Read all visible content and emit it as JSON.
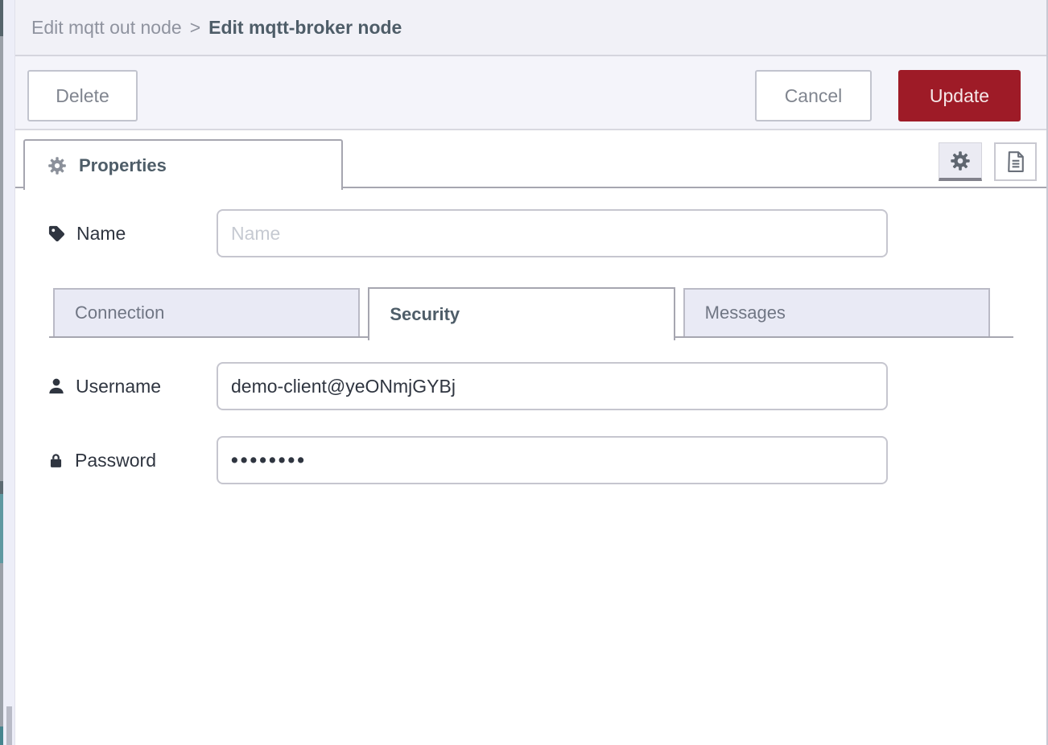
{
  "breadcrumb": {
    "parent": "Edit mqtt out node",
    "separator": ">",
    "current": "Edit mqtt-broker node"
  },
  "toolbar": {
    "delete_label": "Delete",
    "cancel_label": "Cancel",
    "update_label": "Update"
  },
  "tabs": {
    "properties_label": "Properties",
    "properties_icon": "gear-icon",
    "settings_button_icon": "gear-icon",
    "description_button_icon": "document-icon"
  },
  "form": {
    "name": {
      "label": "Name",
      "icon": "tag-icon",
      "value": "",
      "placeholder": "Name"
    },
    "subtabs": [
      {
        "label": "Connection",
        "active": false
      },
      {
        "label": "Security",
        "active": true
      },
      {
        "label": "Messages",
        "active": false
      }
    ],
    "username": {
      "label": "Username",
      "icon": "user-icon",
      "value": "demo-client@yeONmjGYBj",
      "placeholder": ""
    },
    "password": {
      "label": "Password",
      "icon": "lock-icon",
      "value": "••••••••",
      "placeholder": ""
    }
  },
  "colors": {
    "accent_red": "#9e1b27",
    "header_bg": "#f1f1f7",
    "toolbar_bg": "#f4f4fa",
    "inactive_tab_bg": "#e9eaf5",
    "active_text": "#4e5d68",
    "border_gray": "#a6a6b0",
    "workspace_teal": "#5f99a2"
  }
}
